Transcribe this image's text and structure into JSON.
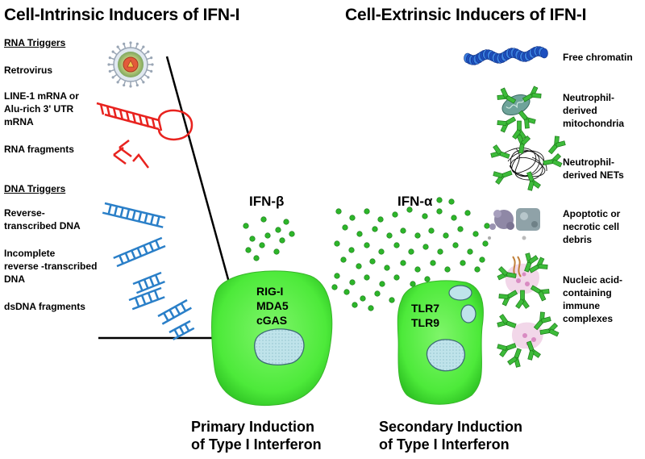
{
  "titles": {
    "left": "Cell-Intrinsic Inducers of IFN-I",
    "right": "Cell-Extrinsic Inducers of IFN-I"
  },
  "rna": {
    "header": "RNA Triggers",
    "retrovirus": "Retrovirus",
    "line1_a": "LINE-1 mRNA or",
    "line1_b": "Alu-rich 3' UTR",
    "line1_c": "mRNA",
    "fragments": "RNA fragments"
  },
  "dna": {
    "header": "DNA Triggers",
    "rt_a": "Reverse-",
    "rt_b": "transcribed DNA",
    "inc_a": "Incomplete",
    "inc_b": "reverse -transcribed",
    "inc_c": "DNA",
    "ds": "dsDNA fragments"
  },
  "extrinsic": {
    "chromatin": "Free chromatin",
    "mito_a": "Neutrophil-",
    "mito_b": "derived",
    "mito_c": "mitochondria",
    "nets_a": "Neutrophil-",
    "nets_b": "derived NETs",
    "debris_a": "Apoptotic or",
    "debris_b": "necrotic cell",
    "debris_c": "debris",
    "ic_a": "Nucleic acid-",
    "ic_b": "containing",
    "ic_c": "immune",
    "ic_d": "complexes"
  },
  "ifn": {
    "beta": "IFN-β",
    "alpha": "IFN-α"
  },
  "cell1": {
    "s1": "RIG-I",
    "s2": "MDA5",
    "s3": "cGAS"
  },
  "cell2": {
    "s1": "TLR7",
    "s2": "TLR9"
  },
  "bottom": {
    "primary_a": "Primary Induction",
    "primary_b": "of Type I Interferon",
    "secondary_a": "Secondary Induction",
    "secondary_b": "of Type I Interferon"
  },
  "colors": {
    "cell_fill": "#4dea3a",
    "dot": "#2db52a",
    "rna": "#e8231f",
    "dna": "#2a7fc8",
    "antibody": "#3dbb3a",
    "nucleus": "#b8e0e6"
  }
}
